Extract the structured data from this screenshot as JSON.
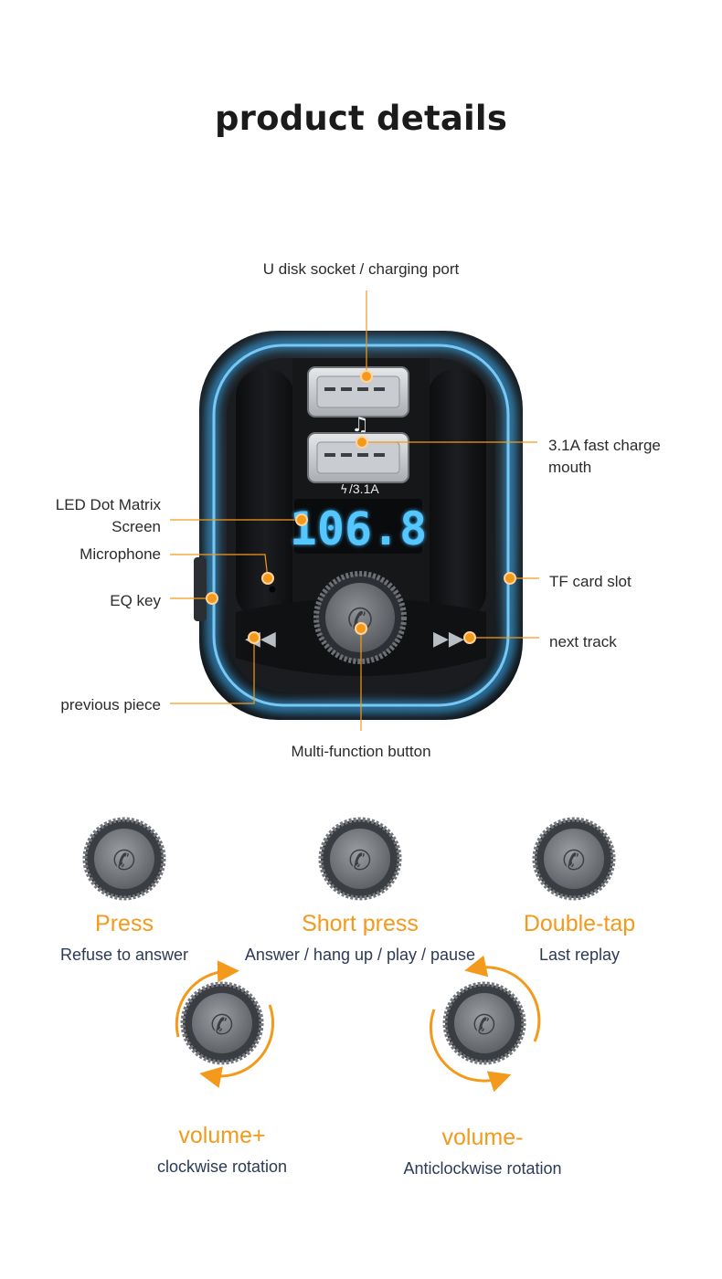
{
  "page": {
    "title": "product details"
  },
  "device": {
    "display_text": "106.8",
    "charge_badge": "3.1A",
    "music_icon": "music-note-icon",
    "accent_color": "#f39a1c",
    "glow_color": "#3fb6ff",
    "labels": {
      "usb_port": "U disk socket / charging port",
      "fast_charge": "3.1A fast charge mouth",
      "led_screen": "LED Dot Matrix Screen",
      "microphone": "Microphone",
      "eq_key": "EQ key",
      "tf_slot": "TF card slot",
      "next_track": "next track",
      "previous_piece": "previous piece",
      "multi_button": "Multi-function button"
    }
  },
  "functions": [
    {
      "title": "Press",
      "desc": "Refuse to answer"
    },
    {
      "title": "Short press",
      "desc": "Answer / hang up / play / pause"
    },
    {
      "title": "Double-tap",
      "desc": "Last replay"
    },
    {
      "title": "volume+",
      "desc": "clockwise rotation"
    },
    {
      "title": "volume-",
      "desc": "Anticlockwise rotation"
    }
  ],
  "colors": {
    "orange": "#f39a1c",
    "desc_text": "#2c3a57",
    "title_text": "#1b1b1b"
  }
}
